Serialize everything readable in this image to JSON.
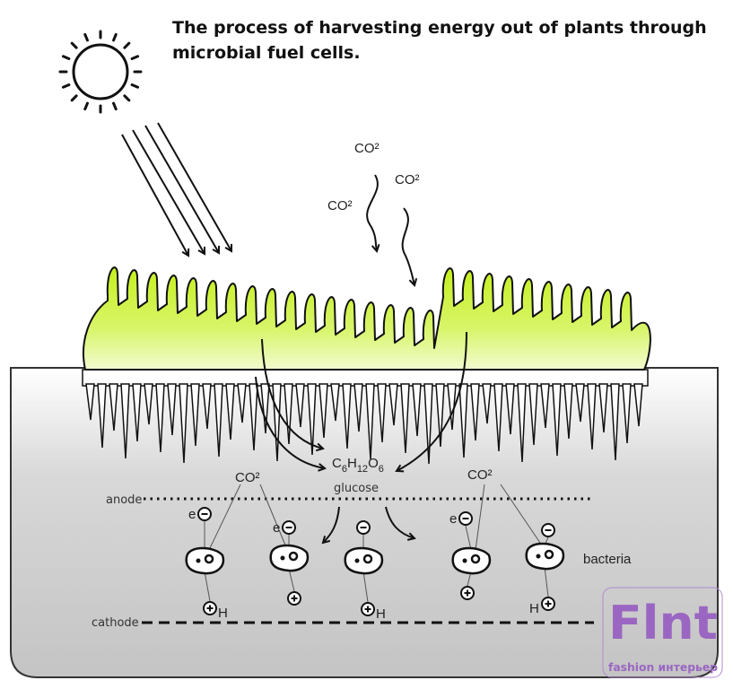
{
  "title": {
    "line1": "The process of harvesting energy out of plants through",
    "line2": "microbial fuel cells."
  },
  "atmosphere": {
    "co2_labels": [
      "CO²",
      "CO²",
      "CO²"
    ]
  },
  "soil": {
    "co2_labels": [
      "CO²",
      "CO²"
    ],
    "glucose": {
      "formula_parts": [
        "C",
        "6",
        "H",
        "12",
        "O",
        "6"
      ],
      "name": "glucose"
    },
    "anode_label": "anode",
    "cathode_label": "cathode",
    "bacteria_label": "bacteria",
    "electron_label": "e",
    "hydrogen_label": "H"
  },
  "watermark": {
    "logo": "Flnt",
    "tagline": "fashion интерьер"
  },
  "colors": {
    "plant_top": "#c6f01e",
    "plant_bottom": "#f2fbd0",
    "soil_top": "#ffffff",
    "soil_bottom": "#c4c4c4",
    "watermark": "#9a66c2"
  }
}
